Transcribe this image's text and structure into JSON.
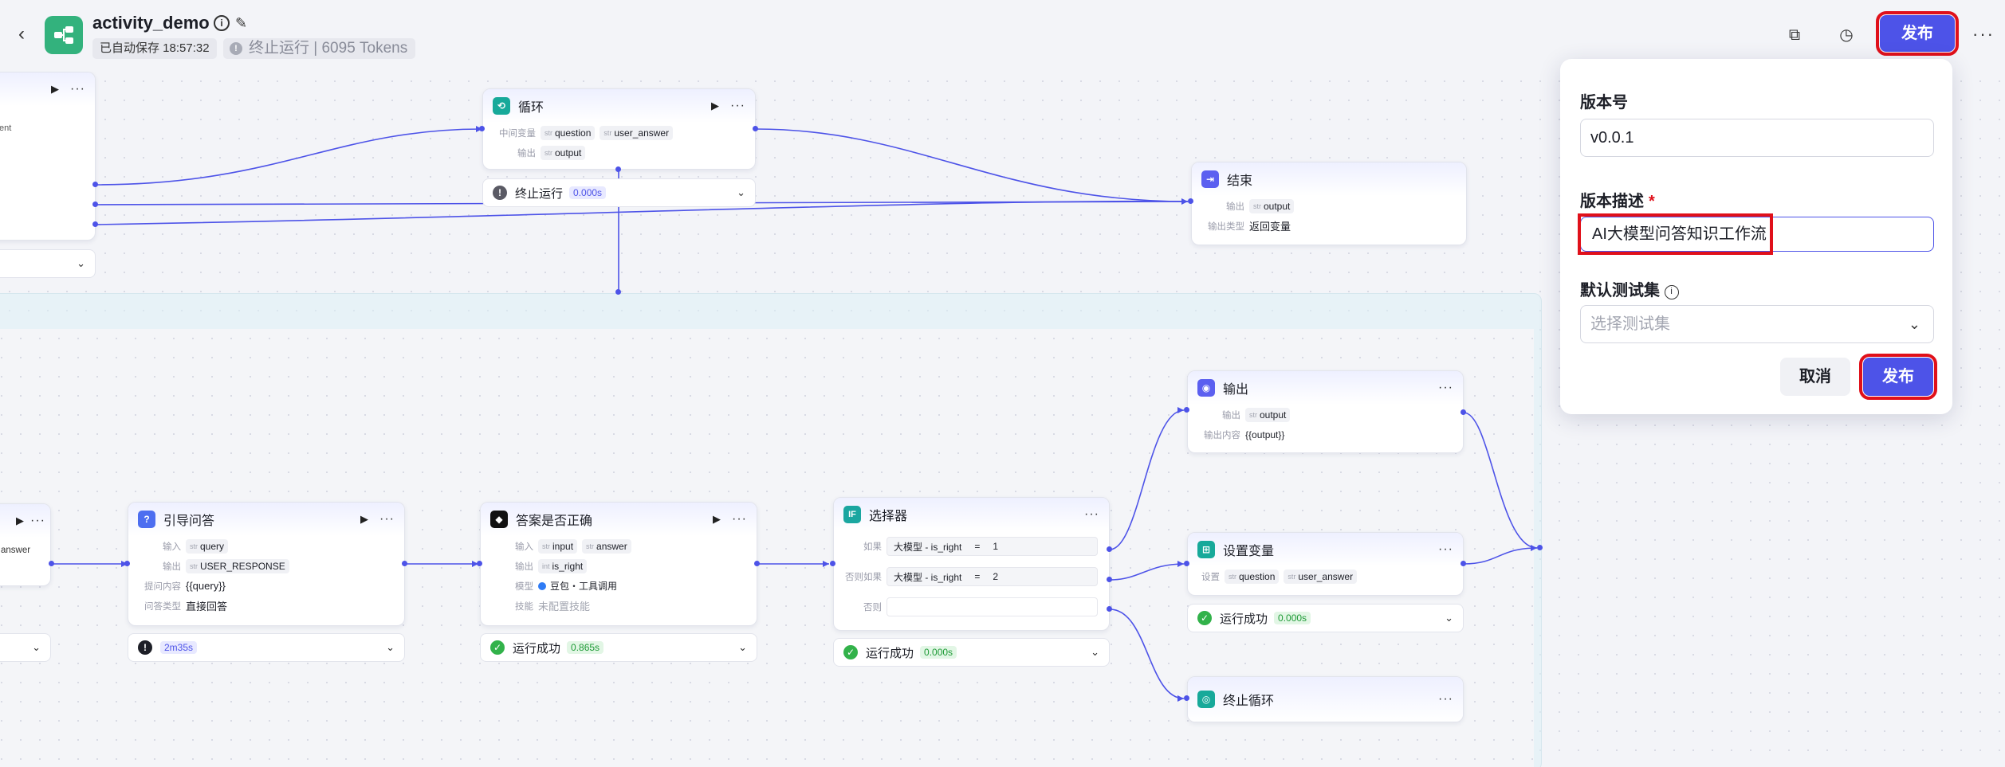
{
  "header": {
    "app_title": "activity_demo",
    "autosave": "已自动保存 18:57:32",
    "run_status": "终止运行 | 6095 Tokens",
    "publish_label": "发布"
  },
  "nodes": {
    "loop": {
      "title": "循环",
      "row1_label": "中间变量",
      "row1_tags": [
        "question",
        "user_answer"
      ],
      "row2_label": "输出",
      "row2_tags": [
        "output"
      ],
      "status": "终止运行",
      "time": "0.000s"
    },
    "end": {
      "title": "结束",
      "row1_label": "输出",
      "row1_tags": [
        "output"
      ],
      "row2_label": "输出类型",
      "row2_value": "返回变量"
    },
    "partial_left": {
      "tag_text": "ent",
      "tag_text_2": "answer"
    },
    "guide": {
      "title": "引导问答",
      "row1_label": "输入",
      "row1_tags": [
        "query"
      ],
      "row2_label": "输出",
      "row2_tags": [
        "USER_RESPONSE"
      ],
      "row3_label": "提问内容",
      "row3_value": "{{query}}",
      "row4_label": "问答类型",
      "row4_value": "直接回答",
      "time": "2m35s"
    },
    "judge": {
      "title": "答案是否正确",
      "row1_label": "输入",
      "row1_tags": [
        "input",
        "answer"
      ],
      "row2_label": "输出",
      "row2_tags": [
        "is_right"
      ],
      "row3_label": "模型",
      "row3_value": "豆包・工具调用",
      "row4_label": "技能",
      "row4_value": "未配置技能",
      "status": "运行成功",
      "time": "0.865s"
    },
    "selector": {
      "title": "选择器",
      "row1_label": "如果",
      "row1_left": "大模型 - is_right",
      "row1_op": "=",
      "row1_right": "1",
      "row2_label": "否则如果",
      "row2_left": "大模型 - is_right",
      "row2_op": "=",
      "row2_right": "2",
      "row3_label": "否则",
      "status": "运行成功",
      "time": "0.000s"
    },
    "output": {
      "title": "输出",
      "row1_label": "输出",
      "row1_tags": [
        "output"
      ],
      "row2_label": "输出内容",
      "row2_value": "{{output}}"
    },
    "setvar": {
      "title": "设置变量",
      "row1_label": "设置",
      "row1_tags": [
        "question",
        "user_answer"
      ],
      "status": "运行成功",
      "time": "0.000s"
    },
    "stoploop": {
      "title": "终止循环"
    }
  },
  "publish_panel": {
    "version_label": "版本号",
    "version_value": "v0.0.1",
    "desc_label": "版本描述",
    "required_mark": "*",
    "desc_value": "AI大模型问答知识工作流",
    "testset_label": "默认测试集",
    "testset_placeholder": "选择测试集",
    "cancel_label": "取消",
    "publish_label": "发布"
  },
  "colors": {
    "accent": "#4d53e8",
    "success": "#32b24a",
    "highlight": "#e0101a"
  }
}
